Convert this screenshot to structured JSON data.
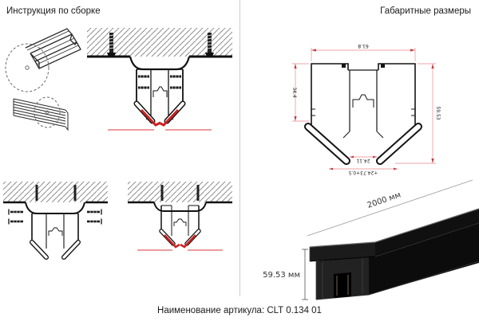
{
  "header": {
    "left_title": "Инструкция по сборке",
    "right_title": "Габаритные размеры"
  },
  "footer": {
    "article_label": "Наименование артикула: CLT 0.134 01"
  },
  "section_drawing": {
    "dim_top_width": "61.8",
    "dim_left_height": "34.4",
    "dim_right_height": "59.53",
    "dim_inner_gap": "24.11",
    "dim_bottom_slot": "+24.73+0.5"
  },
  "render": {
    "dim_length": "2000 мм",
    "dim_height": "59.53 мм"
  },
  "figures": {
    "cut_profile_icon": "circular-saw-cut-profile",
    "cut_cover_icon": "circular-saw-cut-cover-strips",
    "mount_main": "ceiling-recessed-mount-cross-section",
    "mount_screws": "side-screws-fixing-step",
    "mount_trim": "red-trim-install-step"
  },
  "colors": {
    "dimension_line": "#efa3a8",
    "dimension_arrow": "#c03a3a",
    "accent_red": "#cc2222",
    "accent_red_light": "#e87a7a",
    "ink": "#1a1a1a",
    "divider": "#cccccc"
  }
}
